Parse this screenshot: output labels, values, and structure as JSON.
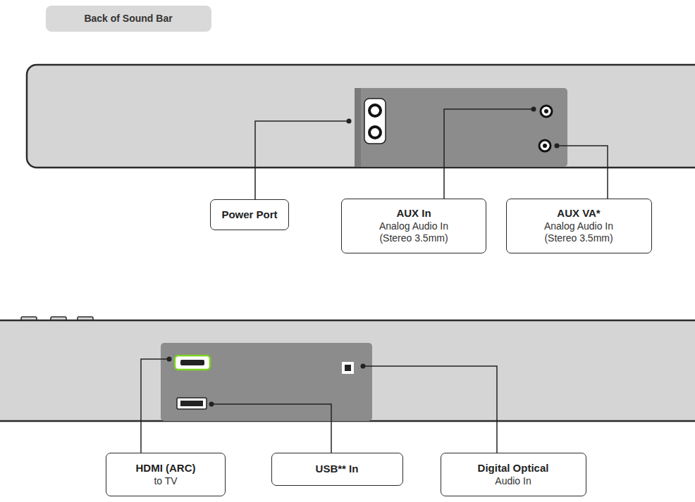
{
  "diagram": {
    "title": "Back of Sound Bar",
    "nodes": [
      {
        "text": [
          "Power Port"
        ]
      },
      {
        "text": [
          "AUX In",
          "Analog Audio In (Stereo 3.5mm)"
        ]
      },
      {
        "text": [
          "AUX VA*",
          "Analog Audio In (Stereo 3.5mm)"
        ]
      },
      {
        "text": [
          "HDMI (ARC)",
          "to TV"
        ]
      },
      {
        "text": [
          "USB** In"
        ]
      },
      {
        "text": [
          "Digital Optical",
          "Audio In"
        ]
      }
    ]
  }
}
